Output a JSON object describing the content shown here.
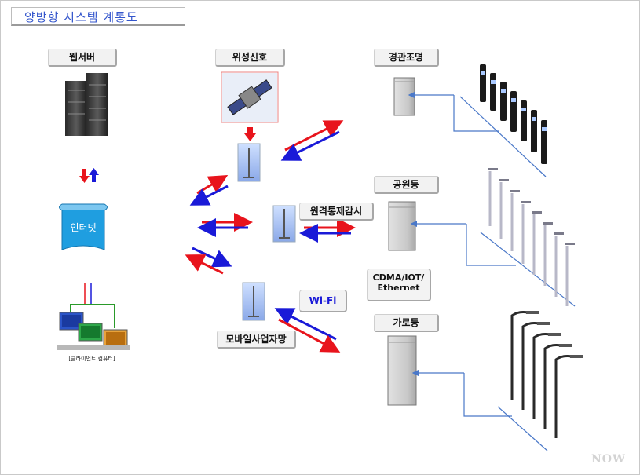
{
  "title": "양방향 시스템 계통도",
  "labels": {
    "web_server": "웹서버",
    "satellite_signal": "위성신호",
    "scenic_lighting": "경관조명",
    "park_light": "공원등",
    "street_light": "가로등",
    "remote_monitoring": "원격통제감시",
    "mobile_carrier": "모바일사업자망",
    "internet": "인터넷",
    "client_computer": "[클라이언트 컴퓨터]",
    "wifi": "Wi-Fi",
    "comm_line1": "CDMA/IOT/",
    "comm_line2": "Ethernet"
  },
  "watermark": "NOW",
  "colors": {
    "red": "#e8141c",
    "blue": "#1a1ad8",
    "line_blue": "#4a78c8",
    "title_blue": "#3355cc"
  },
  "icons": [
    "server-icon",
    "satellite-icon",
    "antenna-tower-icon",
    "cabinet-icon",
    "bollard-icon",
    "park-lamp-icon",
    "street-lamp-icon",
    "monitor-icon"
  ]
}
